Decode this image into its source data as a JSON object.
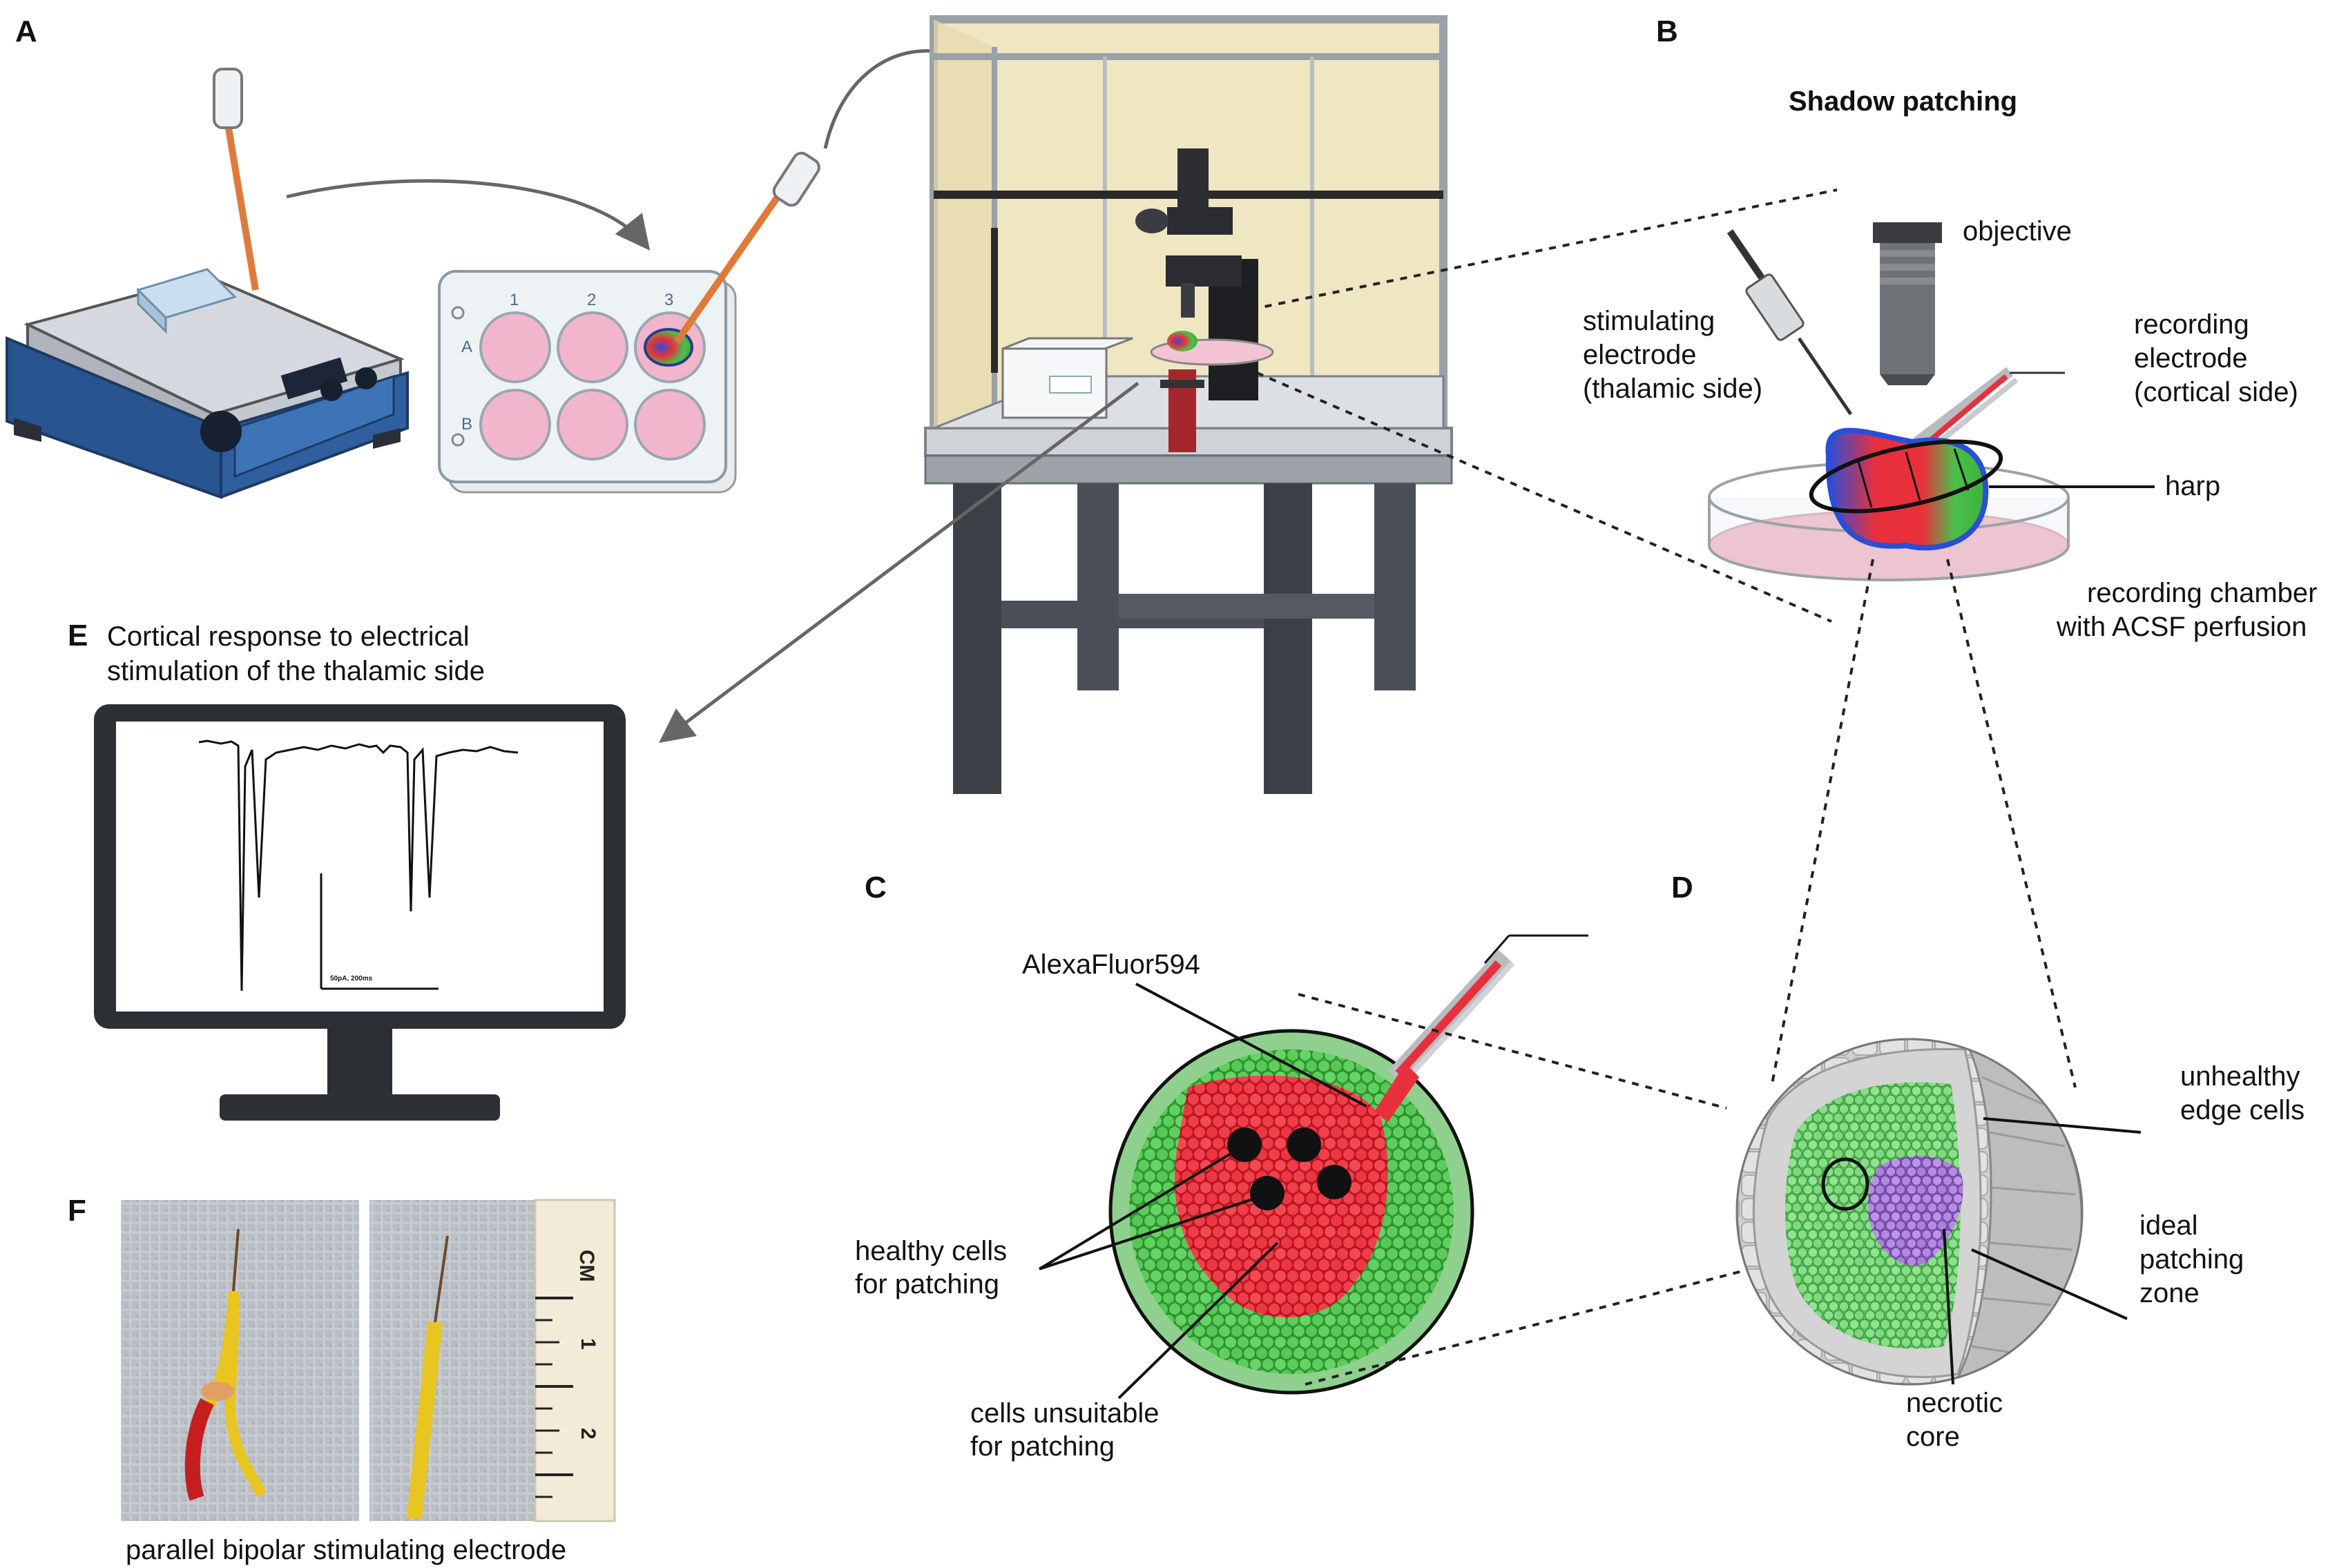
{
  "panels": {
    "a": "A",
    "b": "B",
    "c": "C",
    "d": "D",
    "e": "E",
    "f": "F"
  },
  "well_plate": {
    "columns": [
      "1",
      "2",
      "3"
    ],
    "rows": [
      "A",
      "B"
    ]
  },
  "panel_b": {
    "title": "Shadow patching",
    "objective": "objective",
    "stim_electrode": [
      "stimulating",
      "electrode",
      "(thalamic side)"
    ],
    "rec_electrode": [
      "recording",
      "electrode",
      "(cortical side)"
    ],
    "harp": "harp",
    "chamber": [
      "recording chamber",
      "with ACSF perfusion"
    ]
  },
  "panel_c": {
    "dye": "AlexaFluor594",
    "healthy": [
      "healthy cells",
      "for patching"
    ],
    "unsuitable": [
      "cells unsuitable",
      "for patching"
    ]
  },
  "panel_d": {
    "edge": [
      "unhealthy",
      "edge cells"
    ],
    "ideal": [
      "ideal",
      "patching",
      "zone"
    ],
    "core": [
      "necrotic",
      "core"
    ]
  },
  "panel_e": {
    "title": [
      "Cortical response to electrical",
      "stimulation of the thalamic side"
    ],
    "scale_bar": "50pA, 200ms"
  },
  "panel_f": {
    "caption": "parallel bipolar stimulating electrode",
    "ruler_unit": "CM",
    "ruler_marks": [
      "1",
      "2"
    ]
  },
  "colors": {
    "pink_well": "#f2b6cc",
    "red": "#e8303d",
    "green": "#4cbf4c",
    "purple": "#9a6cc4",
    "shaker_blue": "#2f5f9e",
    "cabinet": "#efe6c2"
  }
}
